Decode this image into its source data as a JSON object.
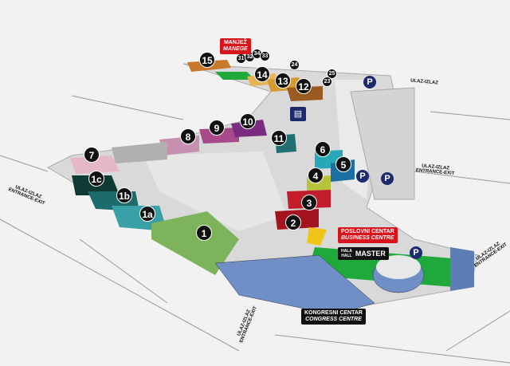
{
  "buildings": [
    "15",
    "31",
    "32",
    "34",
    "33",
    "24",
    "25",
    "23",
    "14",
    "13",
    "12",
    "10",
    "9",
    "8",
    "11",
    "7",
    "6",
    "5",
    "4",
    "3",
    "2",
    "1c",
    "1b",
    "1a",
    "1"
  ],
  "labels": {
    "manege": {
      "line1": "MANJEŽ",
      "line2": "MANEGE"
    },
    "business": {
      "line1": "POSLOVNI CENTAR",
      "line2": "BUSINESS CENTRE"
    },
    "hall": {
      "hala": "HALA",
      "hall": "HALL",
      "name": "MASTER"
    },
    "congress": {
      "line1": "KONGRESNI CENTAR",
      "line2": "CONGRESS CENTRE"
    }
  },
  "entrance": {
    "line1": "ULAZ-IZLAZ",
    "line2": "ENTRANCE-EXIT"
  },
  "parking": "P",
  "hotel_icon": "bed-icon",
  "colors": {
    "badge": "#111111",
    "parking": "#1d2a6b",
    "label_red": "#d7141b",
    "hall_green": "#1fa83c"
  }
}
